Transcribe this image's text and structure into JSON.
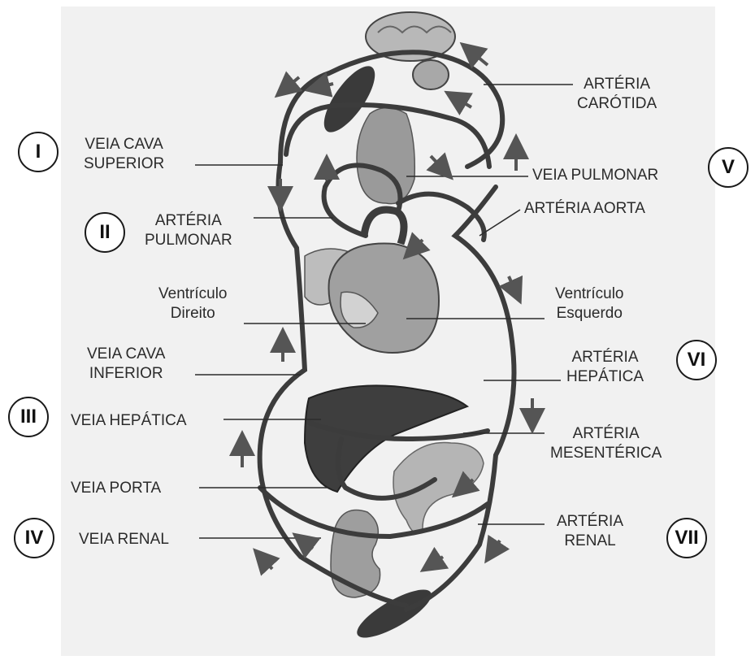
{
  "labels": {
    "arteria_carotida": [
      "ARTÉRIA",
      "CARÓTIDA"
    ],
    "veia_cava_superior": [
      "VEIA CAVA",
      "SUPERIOR"
    ],
    "veia_pulmonar": "VEIA PULMONAR",
    "arteria_pulmonar": [
      "ARTÉRIA",
      "PULMONAR"
    ],
    "arteria_aorta": "ARTÉRIA AORTA",
    "ventriculo_direito": [
      "Ventrículo",
      "Direito"
    ],
    "ventriculo_esquerdo": [
      "Ventrículo",
      "Esquerdo"
    ],
    "veia_cava_inferior": [
      "VEIA CAVA",
      "INFERIOR"
    ],
    "arteria_hepatica": [
      "ARTÉRIA",
      "HEPÁTICA"
    ],
    "veia_hepatica": "VEIA HEPÁTICA",
    "arteria_mesenterica": [
      "ARTÉRIA",
      "MESENTÉRICA"
    ],
    "veia_porta": "VEIA PORTA",
    "veia_renal": "VEIA RENAL",
    "arteria_renal": [
      "ARTÉRIA",
      "RENAL"
    ]
  },
  "badges": [
    "I",
    "II",
    "III",
    "IV",
    "V",
    "VI",
    "VII"
  ],
  "colors": {
    "vessel": "#3c3c3c",
    "organ": "#9a9a9a",
    "background": "#f1f1f1",
    "arrow": "#555555"
  }
}
